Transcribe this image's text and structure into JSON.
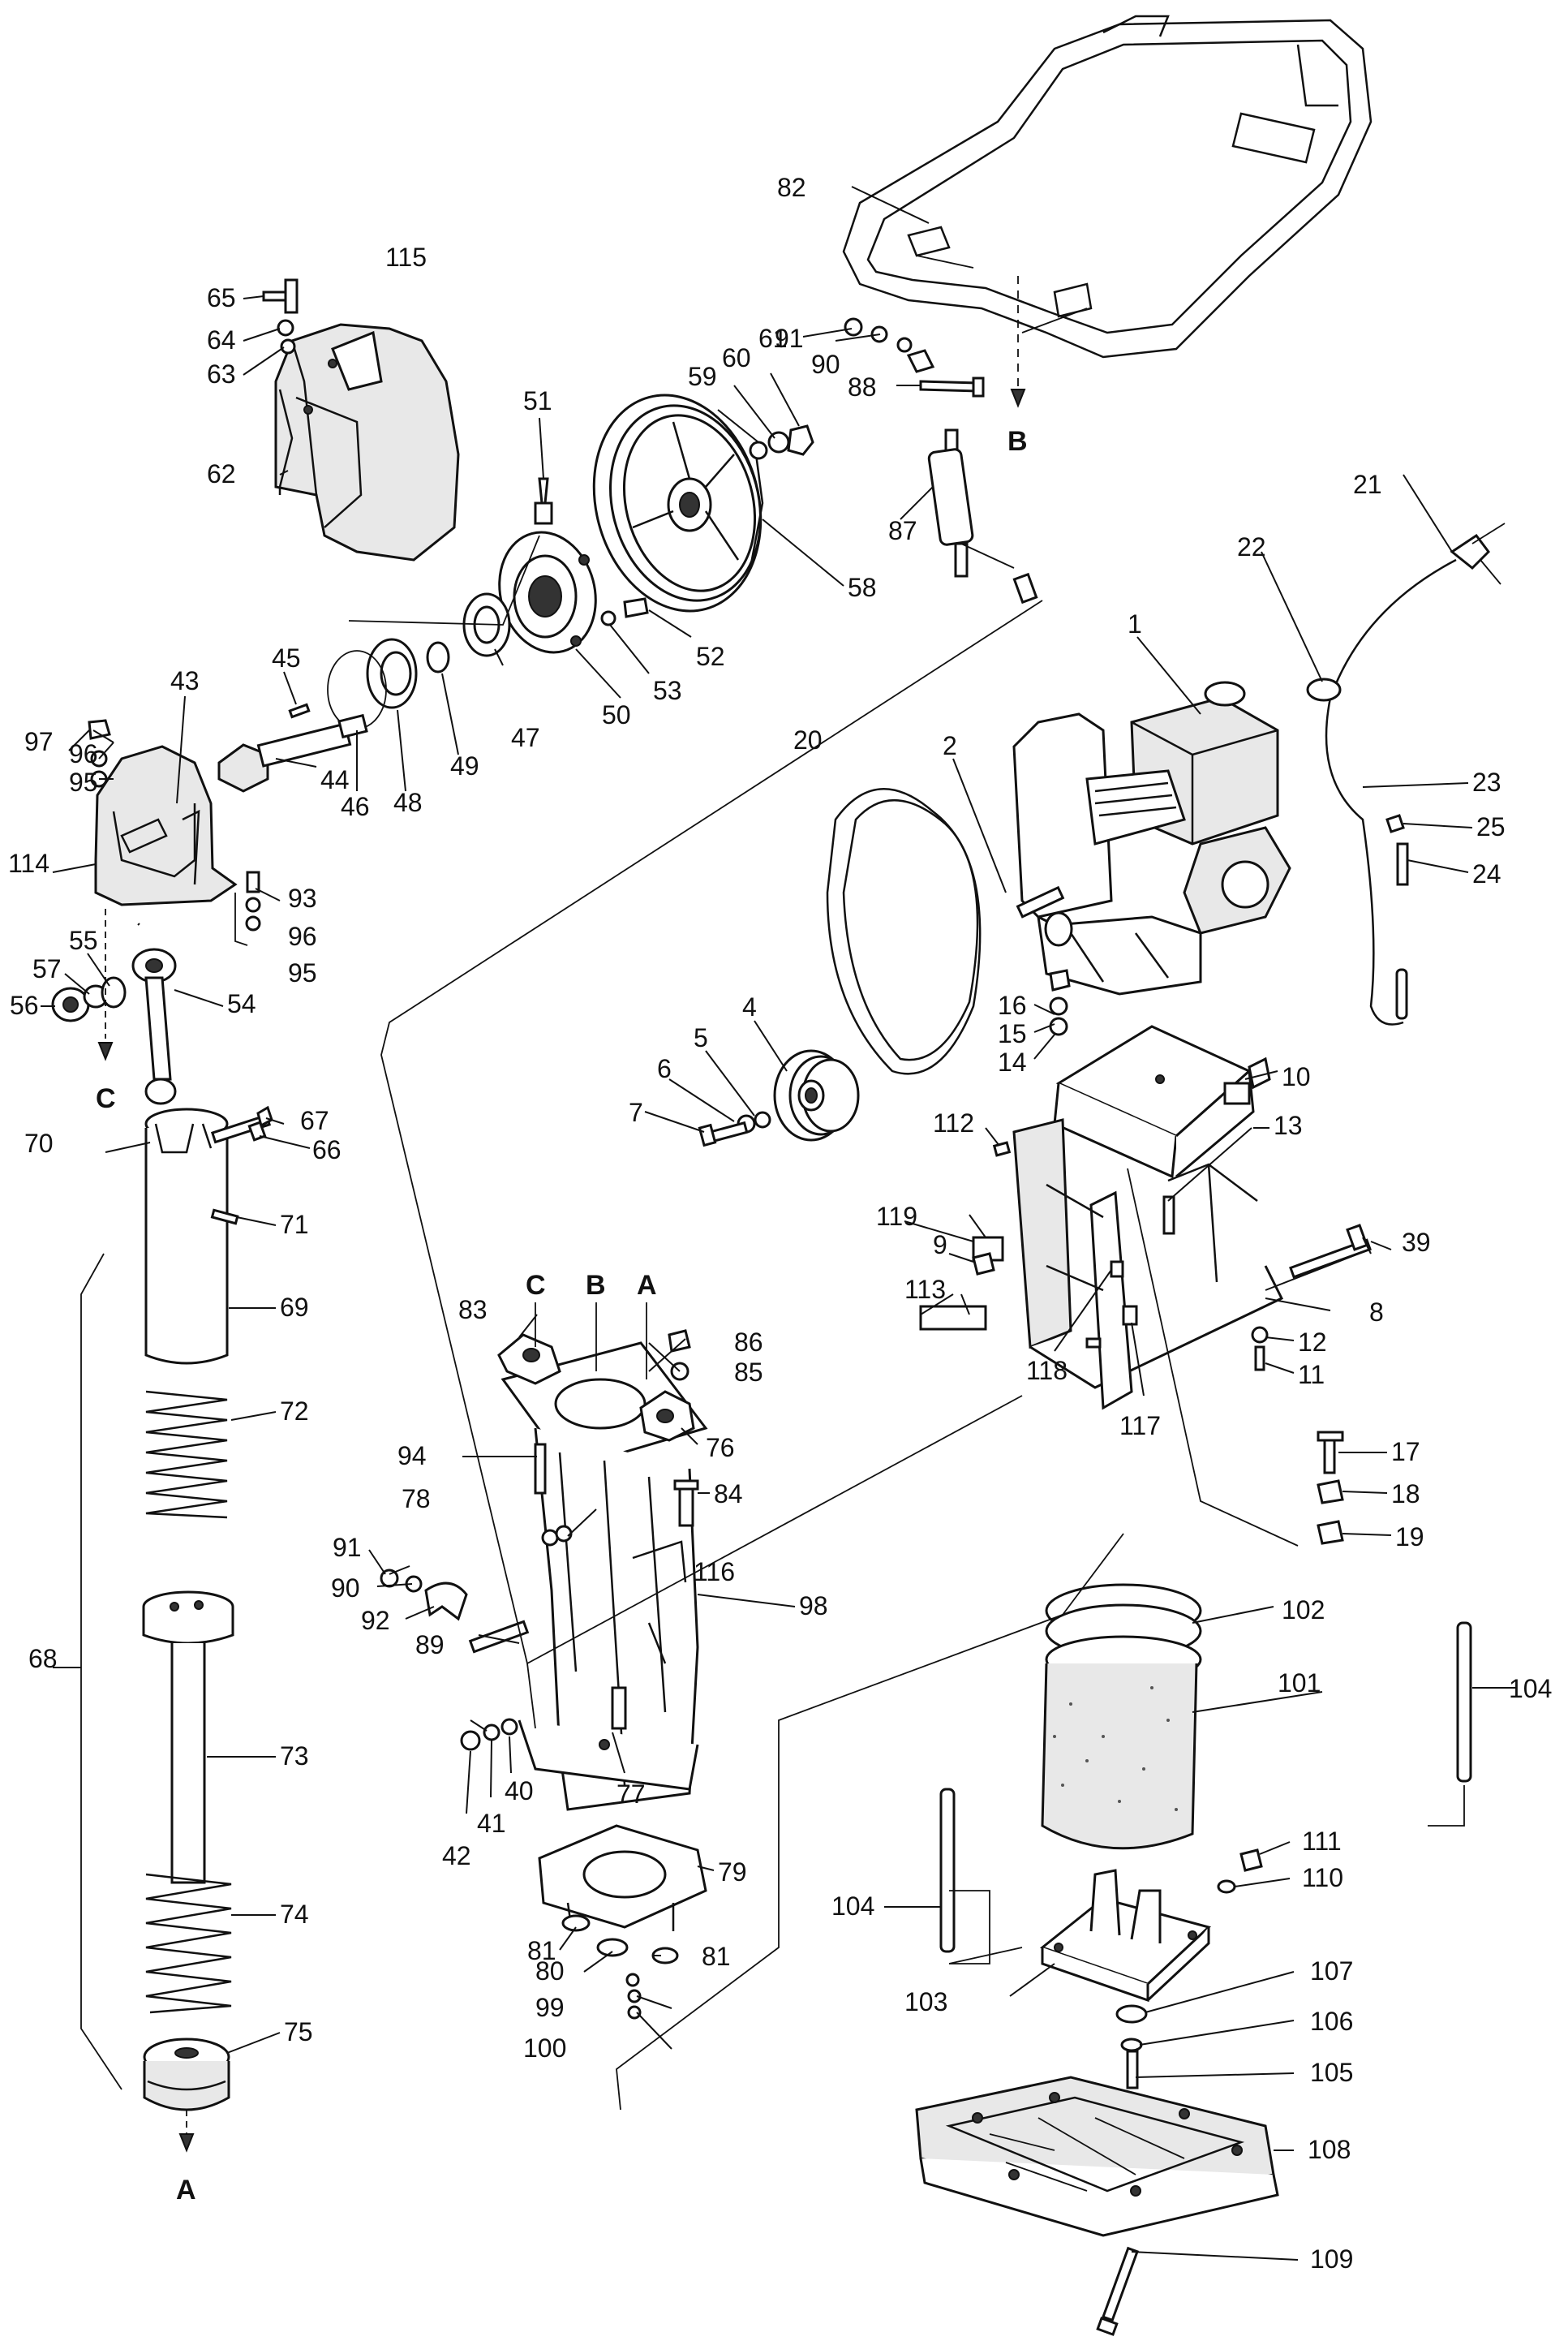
{
  "callouts": [
    {
      "id": "1",
      "text": "1"
    },
    {
      "id": "2",
      "text": "2"
    },
    {
      "id": "4",
      "text": "4"
    },
    {
      "id": "5",
      "text": "5"
    },
    {
      "id": "6",
      "text": "6"
    },
    {
      "id": "7",
      "text": "7"
    },
    {
      "id": "8",
      "text": "8"
    },
    {
      "id": "9",
      "text": "9"
    },
    {
      "id": "10",
      "text": "10"
    },
    {
      "id": "11",
      "text": "11"
    },
    {
      "id": "12",
      "text": "12"
    },
    {
      "id": "13",
      "text": "13"
    },
    {
      "id": "14",
      "text": "14"
    },
    {
      "id": "15",
      "text": "15"
    },
    {
      "id": "16",
      "text": "16"
    },
    {
      "id": "17",
      "text": "17"
    },
    {
      "id": "18",
      "text": "18"
    },
    {
      "id": "19",
      "text": "19"
    },
    {
      "id": "20",
      "text": "20"
    },
    {
      "id": "21",
      "text": "21"
    },
    {
      "id": "22",
      "text": "22"
    },
    {
      "id": "23",
      "text": "23"
    },
    {
      "id": "24",
      "text": "24"
    },
    {
      "id": "25",
      "text": "25"
    },
    {
      "id": "39",
      "text": "39"
    },
    {
      "id": "40",
      "text": "40"
    },
    {
      "id": "41",
      "text": "41"
    },
    {
      "id": "42",
      "text": "42"
    },
    {
      "id": "43",
      "text": "43"
    },
    {
      "id": "44",
      "text": "44"
    },
    {
      "id": "45",
      "text": "45"
    },
    {
      "id": "46",
      "text": "46"
    },
    {
      "id": "47",
      "text": "47"
    },
    {
      "id": "48",
      "text": "48"
    },
    {
      "id": "49",
      "text": "49"
    },
    {
      "id": "50",
      "text": "50"
    },
    {
      "id": "51",
      "text": "51"
    },
    {
      "id": "52",
      "text": "52"
    },
    {
      "id": "53",
      "text": "53"
    },
    {
      "id": "54",
      "text": "54"
    },
    {
      "id": "55",
      "text": "55"
    },
    {
      "id": "56",
      "text": "56"
    },
    {
      "id": "57",
      "text": "57"
    },
    {
      "id": "58",
      "text": "58"
    },
    {
      "id": "59",
      "text": "59"
    },
    {
      "id": "60",
      "text": "60"
    },
    {
      "id": "61",
      "text": "61"
    },
    {
      "id": "62",
      "text": "62"
    },
    {
      "id": "63",
      "text": "63"
    },
    {
      "id": "64",
      "text": "64"
    },
    {
      "id": "65",
      "text": "65"
    },
    {
      "id": "66",
      "text": "66"
    },
    {
      "id": "67",
      "text": "67"
    },
    {
      "id": "68",
      "text": "68"
    },
    {
      "id": "69",
      "text": "69"
    },
    {
      "id": "70",
      "text": "70"
    },
    {
      "id": "71",
      "text": "71"
    },
    {
      "id": "72",
      "text": "72"
    },
    {
      "id": "73",
      "text": "73"
    },
    {
      "id": "74",
      "text": "74"
    },
    {
      "id": "75",
      "text": "75"
    },
    {
      "id": "76",
      "text": "76"
    },
    {
      "id": "77",
      "text": "77"
    },
    {
      "id": "78",
      "text": "78"
    },
    {
      "id": "79",
      "text": "79"
    },
    {
      "id": "80",
      "text": "80"
    },
    {
      "id": "81a",
      "text": "81"
    },
    {
      "id": "81b",
      "text": "81"
    },
    {
      "id": "82",
      "text": "82"
    },
    {
      "id": "83",
      "text": "83"
    },
    {
      "id": "84",
      "text": "84"
    },
    {
      "id": "85",
      "text": "85"
    },
    {
      "id": "86",
      "text": "86"
    },
    {
      "id": "87",
      "text": "87"
    },
    {
      "id": "88",
      "text": "88"
    },
    {
      "id": "89",
      "text": "89"
    },
    {
      "id": "90a",
      "text": "90"
    },
    {
      "id": "90b",
      "text": "90"
    },
    {
      "id": "91a",
      "text": "91"
    },
    {
      "id": "91b",
      "text": "91"
    },
    {
      "id": "92",
      "text": "92"
    },
    {
      "id": "93",
      "text": "93"
    },
    {
      "id": "94",
      "text": "94"
    },
    {
      "id": "95a",
      "text": "95"
    },
    {
      "id": "95b",
      "text": "95"
    },
    {
      "id": "96a",
      "text": "96"
    },
    {
      "id": "96b",
      "text": "96"
    },
    {
      "id": "97",
      "text": "97"
    },
    {
      "id": "98",
      "text": "98"
    },
    {
      "id": "99",
      "text": "99"
    },
    {
      "id": "100",
      "text": "100"
    },
    {
      "id": "101",
      "text": "101"
    },
    {
      "id": "102",
      "text": "102"
    },
    {
      "id": "103",
      "text": "103"
    },
    {
      "id": "104a",
      "text": "104"
    },
    {
      "id": "104b",
      "text": "104"
    },
    {
      "id": "105",
      "text": "105"
    },
    {
      "id": "106",
      "text": "106"
    },
    {
      "id": "107",
      "text": "107"
    },
    {
      "id": "108",
      "text": "108"
    },
    {
      "id": "109",
      "text": "109"
    },
    {
      "id": "110",
      "text": "110"
    },
    {
      "id": "111",
      "text": "111"
    },
    {
      "id": "112",
      "text": "112"
    },
    {
      "id": "113",
      "text": "113"
    },
    {
      "id": "114",
      "text": "114"
    },
    {
      "id": "115",
      "text": "115"
    },
    {
      "id": "116",
      "text": "116"
    },
    {
      "id": "117",
      "text": "117"
    },
    {
      "id": "118",
      "text": "118"
    },
    {
      "id": "119",
      "text": "119"
    }
  ],
  "section_marks": [
    {
      "id": "A_top",
      "text": "A"
    },
    {
      "id": "B_top",
      "text": "B"
    },
    {
      "id": "C_top",
      "text": "C"
    },
    {
      "id": "A_arrow",
      "text": "A"
    },
    {
      "id": "B_arrow",
      "text": "B"
    },
    {
      "id": "C_arrow",
      "text": "C"
    }
  ]
}
